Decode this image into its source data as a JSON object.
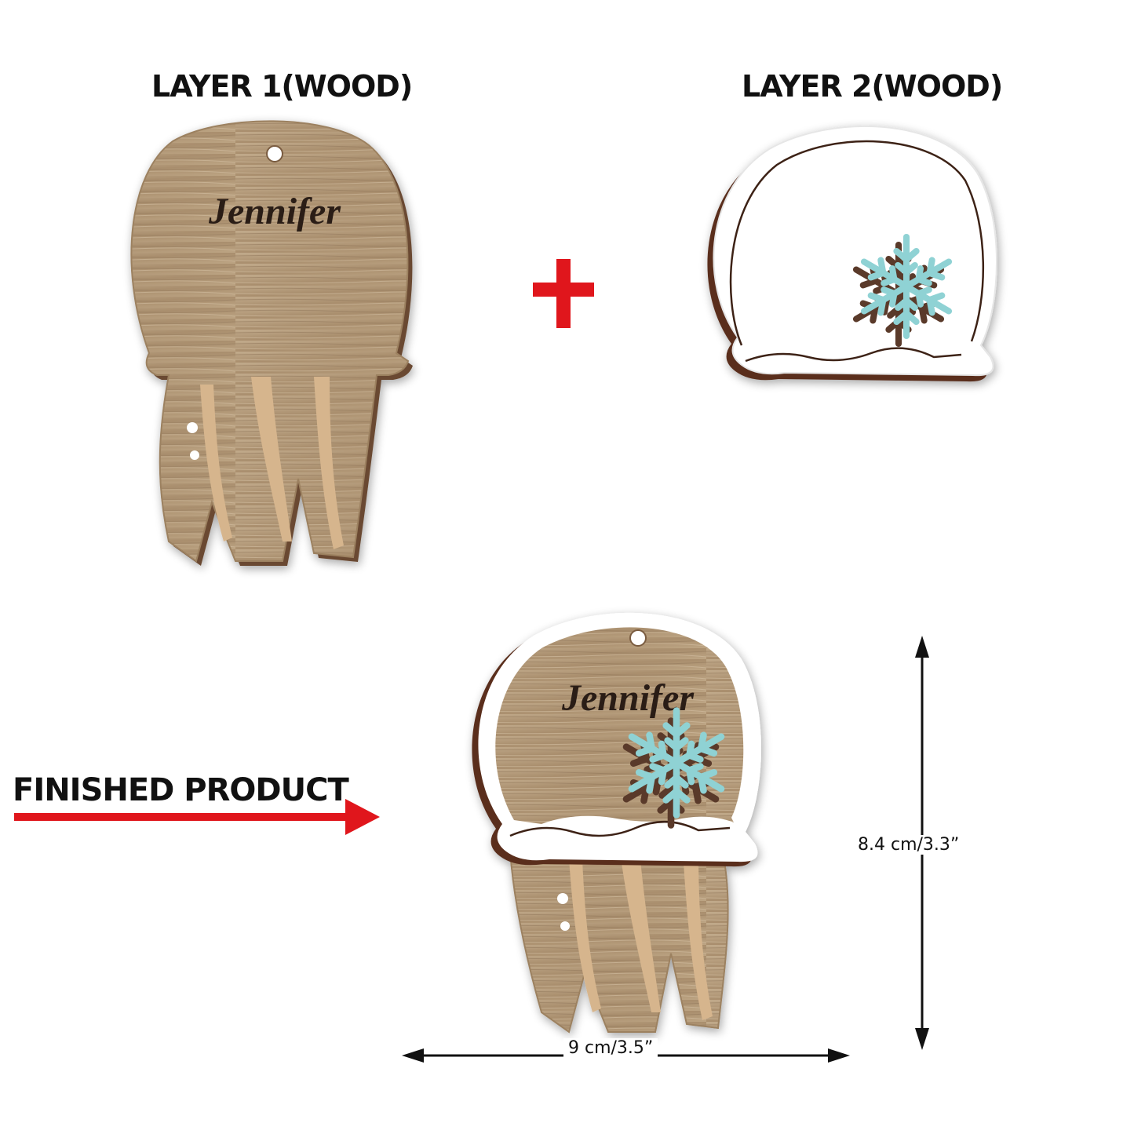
{
  "labels": {
    "layer1": "LAYER 1(WOOD)",
    "layer2": "LAYER 2(WOOD)",
    "finished": "FINISHED PRODUCT"
  },
  "ornament": {
    "name": "Jennifer"
  },
  "dimensions": {
    "height": "8.4 cm/3.3”",
    "width": "9 cm/3.5”"
  },
  "colors": {
    "wood": "#b39a7a",
    "wood_edge": "#6b4a33",
    "snowflake": "#8fd2d4",
    "snowflake_shadow": "#5a3a2a",
    "plus": "#e0161c",
    "arrow": "#e0161c"
  },
  "icons": {
    "plus": "plus-icon",
    "snowflake": "snowflake-icon",
    "arrow": "arrow-right-icon"
  }
}
